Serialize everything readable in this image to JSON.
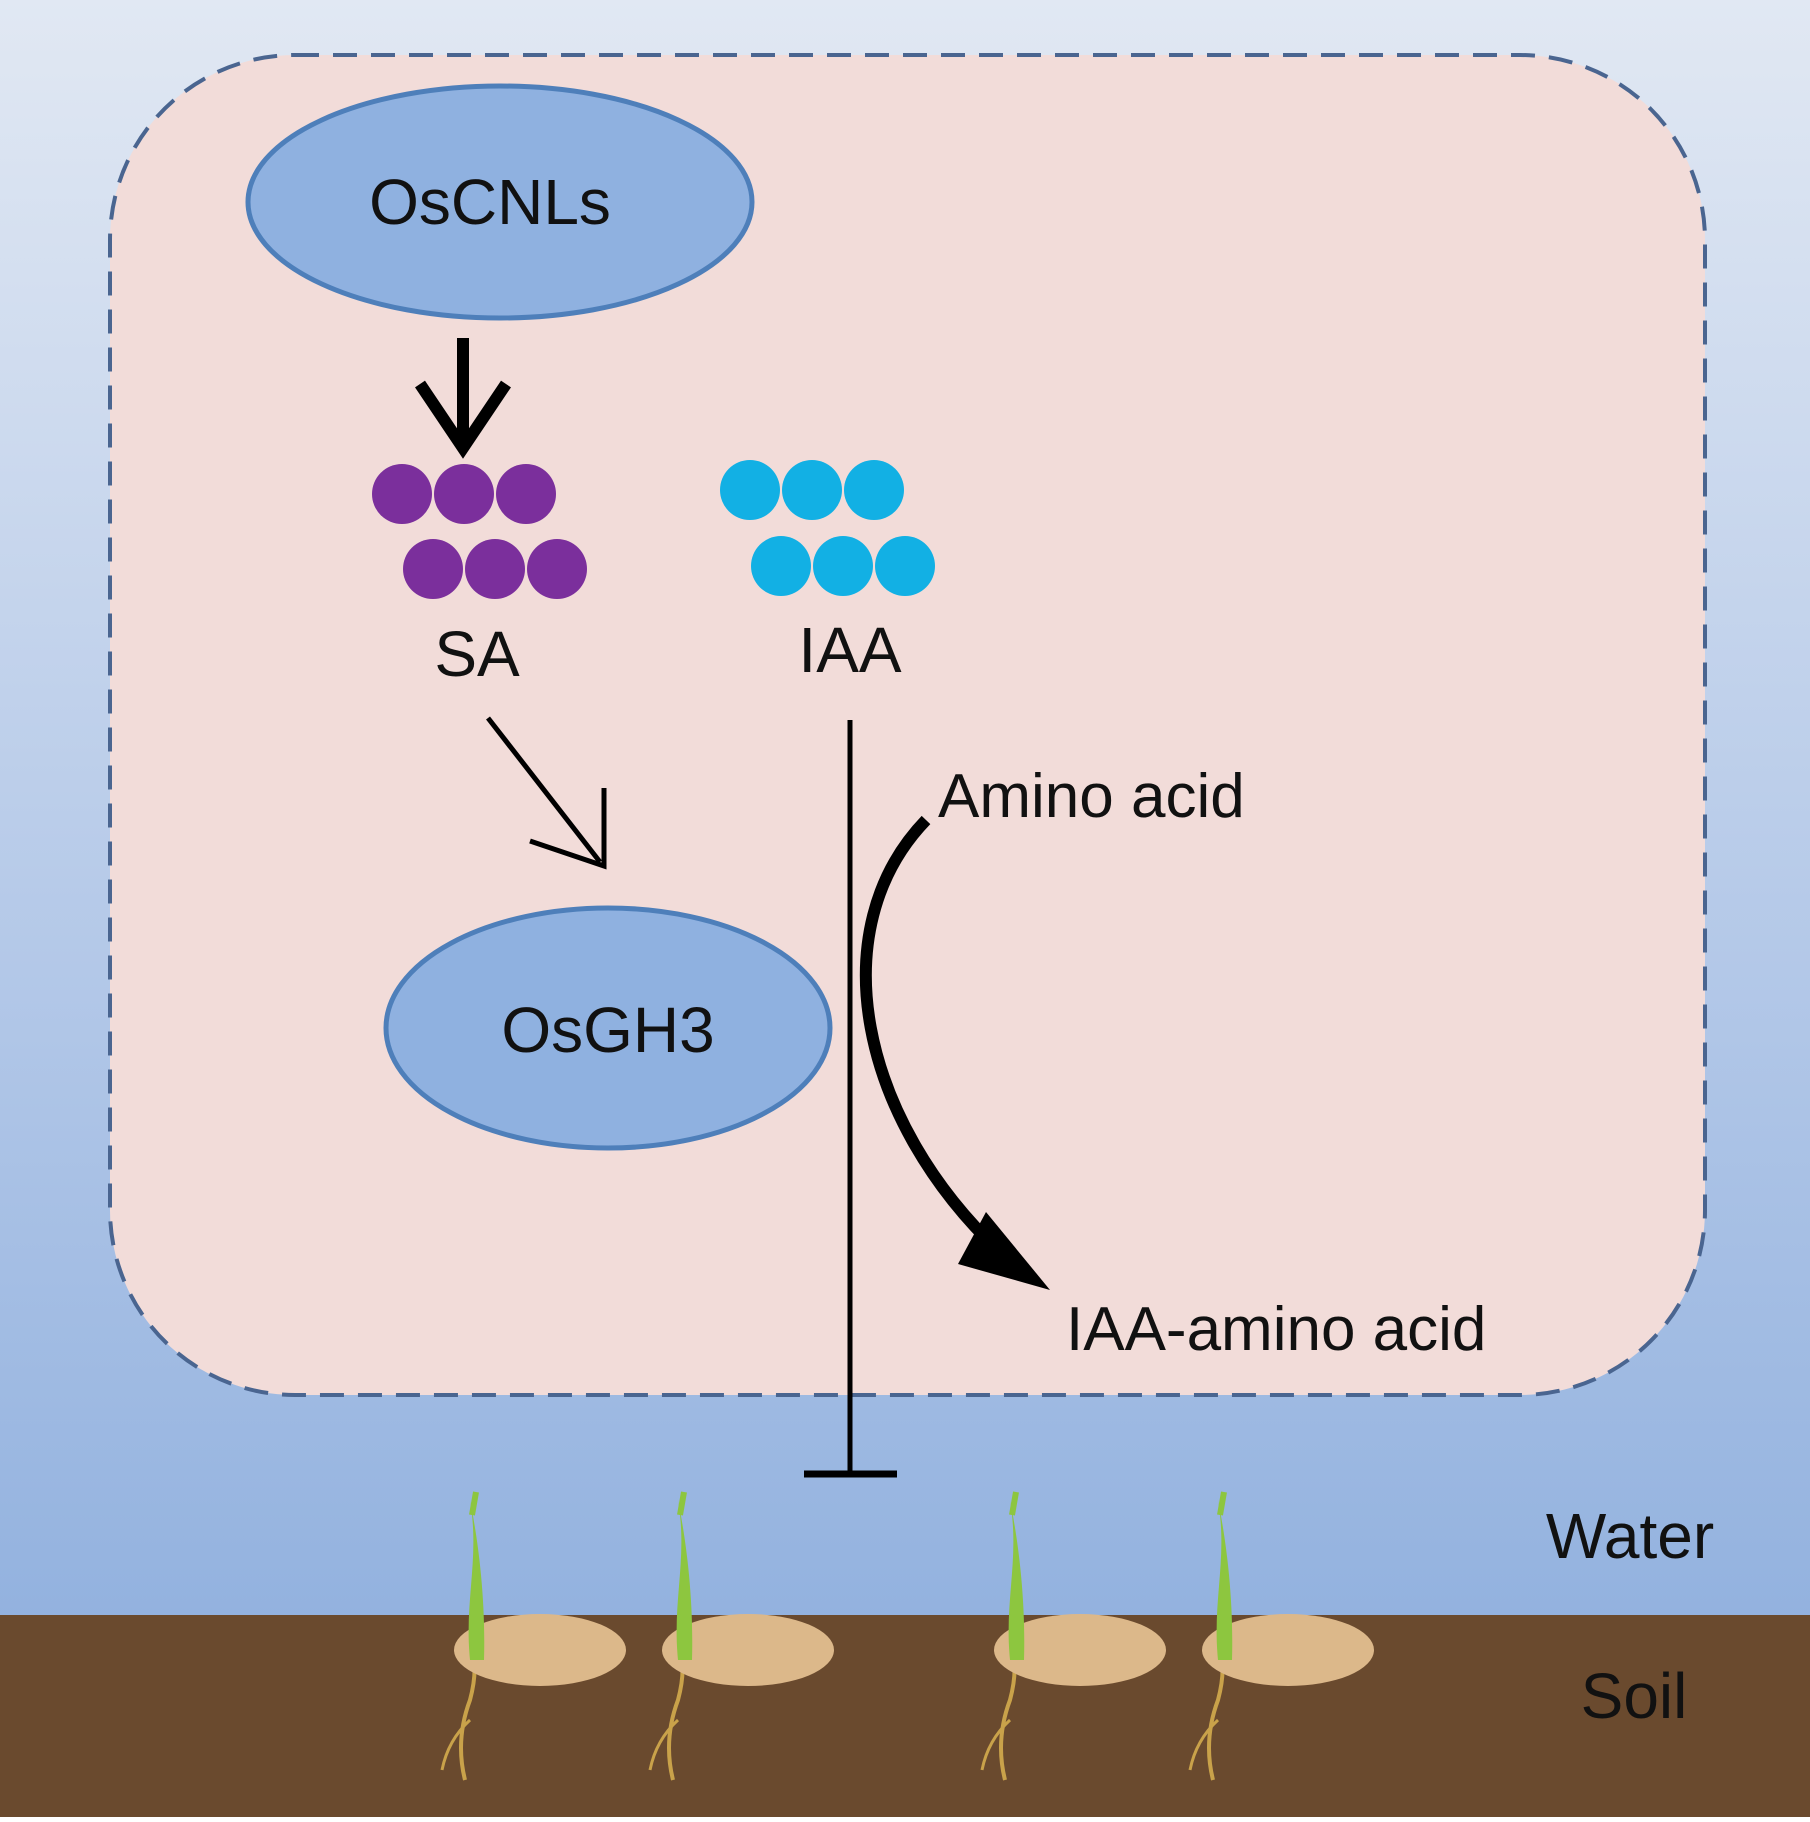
{
  "nodes": {
    "oscnls": "OsCNLs",
    "osgh3": "OsGH3"
  },
  "molecules": {
    "sa": "SA",
    "iaa": "IAA"
  },
  "reaction": {
    "substrate": "Amino acid",
    "product": "IAA-amino acid"
  },
  "environment": {
    "water": "Water",
    "soil": "Soil"
  },
  "colors": {
    "sky_top": "#dfe7f3",
    "water": "#93b2df",
    "cell_fill": "#f2dcd9",
    "cell_border": "#4a6590",
    "ellipse_fill": "#8fb1e0",
    "ellipse_border": "#4e7fba",
    "sa_dots": "#7b2f9c",
    "iaa_dots": "#12b0e4",
    "soil": "#6a4a2e",
    "seed": "#dcb88a",
    "shoot": "#8dc63f",
    "root": "#c9a24a",
    "arrow": "#000000"
  },
  "edges": [
    {
      "from": "OsCNLs",
      "to": "SA",
      "type": "activation"
    },
    {
      "from": "SA",
      "to": "OsGH3",
      "type": "activation"
    },
    {
      "from": "Amino acid",
      "to": "IAA-amino acid",
      "type": "conversion"
    },
    {
      "from": "IAA",
      "to": "seedling growth",
      "type": "inhibition"
    }
  ]
}
